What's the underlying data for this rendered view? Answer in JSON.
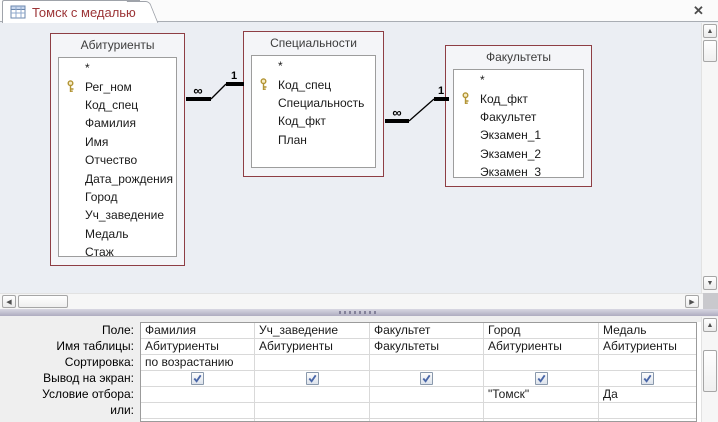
{
  "tab": {
    "title": "Томск с медалью"
  },
  "icons": {
    "close": "✕",
    "arrow_up": "▲",
    "arrow_down": "▼",
    "arrow_left": "◀",
    "arrow_right": "▶"
  },
  "diagram": {
    "tables": [
      {
        "title": "Абитуриенты",
        "fields": [
          {
            "name": "*",
            "pk": false
          },
          {
            "name": "Рег_ном",
            "pk": true
          },
          {
            "name": "Код_спец",
            "pk": false
          },
          {
            "name": "Фамилия",
            "pk": false
          },
          {
            "name": "Имя",
            "pk": false
          },
          {
            "name": "Отчество",
            "pk": false
          },
          {
            "name": "Дата_рождения",
            "pk": false
          },
          {
            "name": "Город",
            "pk": false
          },
          {
            "name": "Уч_заведение",
            "pk": false
          },
          {
            "name": "Медаль",
            "pk": false
          },
          {
            "name": "Стаж",
            "pk": false
          }
        ]
      },
      {
        "title": "Специальности",
        "fields": [
          {
            "name": "*",
            "pk": false
          },
          {
            "name": "Код_спец",
            "pk": true
          },
          {
            "name": "Специальность",
            "pk": false
          },
          {
            "name": "Код_фкт",
            "pk": false
          },
          {
            "name": "План",
            "pk": false
          }
        ]
      },
      {
        "title": "Факультеты",
        "fields": [
          {
            "name": "*",
            "pk": false
          },
          {
            "name": "Код_фкт",
            "pk": true
          },
          {
            "name": "Факультет",
            "pk": false
          },
          {
            "name": "Экзамен_1",
            "pk": false
          },
          {
            "name": "Экзамен_2",
            "pk": false
          },
          {
            "name": "Экзамен_3",
            "pk": false
          }
        ]
      }
    ],
    "relations": [
      {
        "from": "Абитуриенты",
        "from_field": "Код_спец",
        "from_label": "∞",
        "to": "Специальности",
        "to_field": "Код_спец",
        "to_label": "1"
      },
      {
        "from": "Специальности",
        "from_field": "Код_фкт",
        "from_label": "∞",
        "to": "Факультеты",
        "to_field": "Код_фкт",
        "to_label": "1"
      }
    ]
  },
  "grid": {
    "row_labels": [
      "Поле:",
      "Имя таблицы:",
      "Сортировка:",
      "Вывод на экран:",
      "Условие отбора:",
      "или:"
    ],
    "columns": [
      {
        "field": "Фамилия",
        "table": "Абитуриенты",
        "sort": "по возрастанию",
        "show": true,
        "criteria": "",
        "or": ""
      },
      {
        "field": "Уч_заведение",
        "table": "Абитуриенты",
        "sort": "",
        "show": true,
        "criteria": "",
        "or": ""
      },
      {
        "field": "Факультет",
        "table": "Факультеты",
        "sort": "",
        "show": true,
        "criteria": "",
        "or": ""
      },
      {
        "field": "Город",
        "table": "Абитуриенты",
        "sort": "",
        "show": true,
        "criteria": "\"Томск\"",
        "or": ""
      },
      {
        "field": "Медаль",
        "table": "Абитуриенты",
        "sort": "",
        "show": true,
        "criteria": "Да",
        "or": ""
      }
    ]
  },
  "colors": {
    "tab_text": "#9c3537",
    "table_border_maroon": "#8e3e44",
    "diagram_bg": "#ebeef3",
    "key_gold": "#b29434",
    "check_blue": "#4a67a8"
  }
}
